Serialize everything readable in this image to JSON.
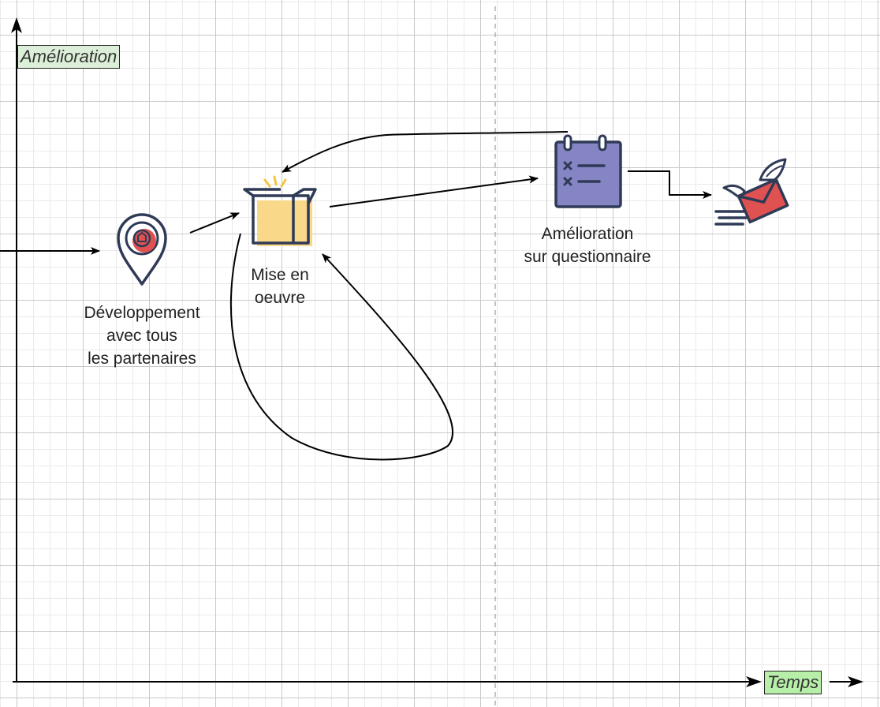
{
  "axes": {
    "y_label": "Amélioration",
    "x_label": "Temps"
  },
  "nodes": {
    "developpement": {
      "label": "Développement\navec tous\nles partenaires",
      "icon": "location-pin-icon"
    },
    "mise_en_oeuvre": {
      "label": "Mise en\noeuvre",
      "icon": "open-box-icon"
    },
    "amelioration": {
      "label": "Amélioration\nsur questionnaire",
      "icon": "notepad-checklist-icon"
    },
    "envoi": {
      "label": "",
      "icon": "flying-envelope-icon"
    }
  },
  "colors": {
    "outline": "#2f3a56",
    "accent_red": "#e05252",
    "box_yellow": "#f9d88a",
    "notepad_purple": "#8585c4",
    "grid_major": "#c9c9c9",
    "grid_minor": "#eaeaea",
    "x_label_bg": "#b8efa8",
    "y_label_bg": "#dcefd8"
  }
}
